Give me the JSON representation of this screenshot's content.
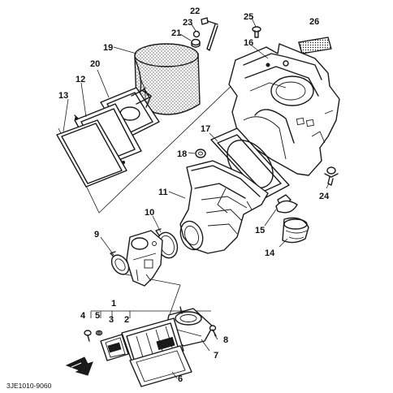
{
  "diagram": {
    "callouts": [
      "1",
      "2",
      "3",
      "4",
      "5",
      "6",
      "7",
      "8",
      "9",
      "10",
      "11",
      "12",
      "13",
      "14",
      "15",
      "16",
      "17",
      "18",
      "19",
      "20",
      "21",
      "22",
      "23",
      "24",
      "25",
      "26"
    ],
    "diagram_code": "3JE1010-9060"
  }
}
